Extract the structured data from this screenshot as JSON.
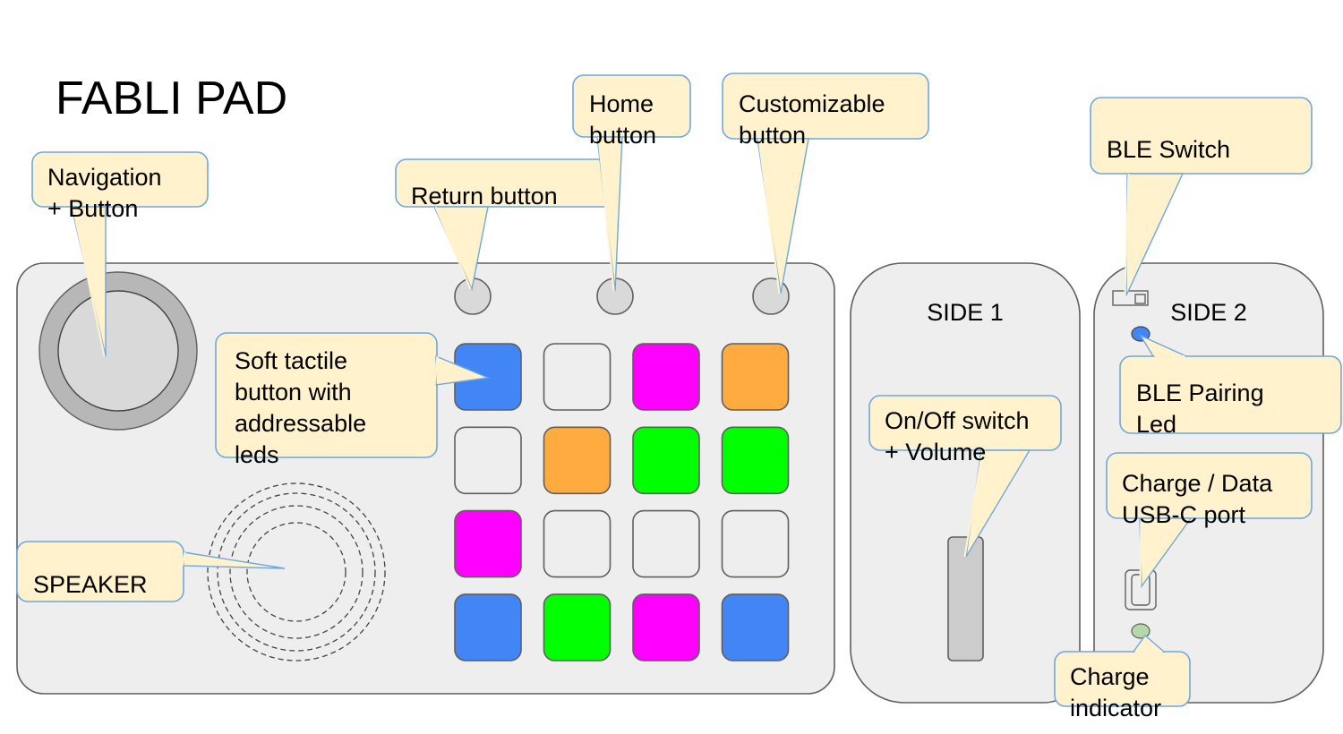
{
  "title": "FABLI PAD",
  "colors": {
    "device_body": "#eeeeee",
    "device_outline": "#5f5f5f",
    "callout_fill": "#fff2cc",
    "callout_stroke": "#6fa8dc",
    "knob_ring": "#b7b7b7",
    "knob_center": "#d9d9d9",
    "small_button": "#d9d9d9",
    "switch_slider": "#cccccc",
    "ble_led": "#4285f4",
    "charge_led": "#b6d7a8"
  },
  "pad_grid": {
    "rows": 4,
    "cols": 4,
    "colors": [
      [
        "#4285f4",
        "#eeeeee",
        "#ff00ff",
        "#ffab40"
      ],
      [
        "#eeeeee",
        "#ffab40",
        "#00ff00",
        "#00ff00"
      ],
      [
        "#ff00ff",
        "#eeeeee",
        "#eeeeee",
        "#eeeeee"
      ],
      [
        "#4285f4",
        "#00ff00",
        "#ff00ff",
        "#4285f4"
      ]
    ]
  },
  "top_buttons": [
    "return",
    "home",
    "customizable"
  ],
  "sides": {
    "side1_label": "SIDE 1",
    "side2_label": "SIDE 2"
  },
  "callouts": {
    "navigation": [
      "Navigation",
      "+ Button"
    ],
    "return": [
      "Return button"
    ],
    "home": [
      "Home",
      "button"
    ],
    "customizable": [
      "Customizable",
      "button"
    ],
    "soft_tactile": [
      "Soft tactile",
      "button with",
      "addressable",
      "leds"
    ],
    "speaker": [
      "SPEAKER"
    ],
    "onoff": [
      "On/Off switch",
      "+ Volume"
    ],
    "ble_switch": [
      "BLE Switch"
    ],
    "ble_pairing": [
      "BLE Pairing",
      "Led"
    ],
    "usbc": [
      "Charge  / Data",
      "USB-C port"
    ],
    "charge_indicator": [
      "Charge",
      "indicator"
    ]
  }
}
